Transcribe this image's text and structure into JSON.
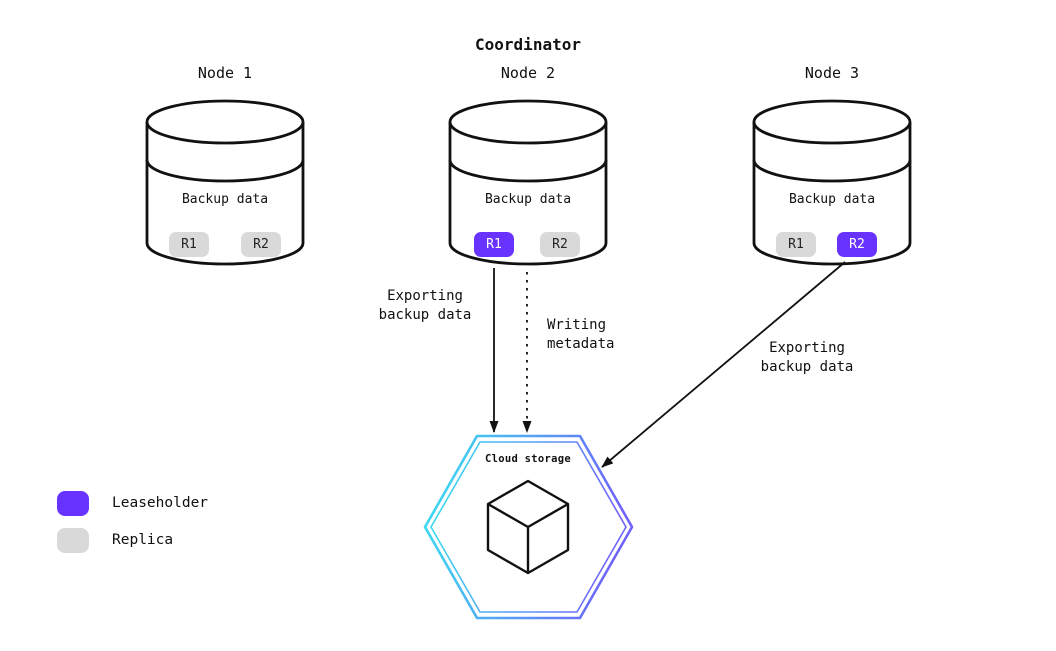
{
  "title": "Coordinator",
  "nodes": [
    {
      "label": "Node 1",
      "body_label": "Backup data",
      "replicas": [
        {
          "label": "R1",
          "role": "replica"
        },
        {
          "label": "R2",
          "role": "replica"
        }
      ]
    },
    {
      "label": "Node 2",
      "body_label": "Backup data",
      "replicas": [
        {
          "label": "R1",
          "role": "leaseholder"
        },
        {
          "label": "R2",
          "role": "replica"
        }
      ]
    },
    {
      "label": "Node 3",
      "body_label": "Backup data",
      "replicas": [
        {
          "label": "R1",
          "role": "replica"
        },
        {
          "label": "R2",
          "role": "leaseholder"
        }
      ]
    }
  ],
  "arrows": [
    {
      "label": "Exporting\nbackup data",
      "style": "solid",
      "from": "Node 2 R1",
      "to": "Cloud storage"
    },
    {
      "label": "Writing\nmetadata",
      "style": "dashed",
      "from": "Node 2",
      "to": "Cloud storage"
    },
    {
      "label": "Exporting\nbackup data",
      "style": "solid",
      "from": "Node 3 R2",
      "to": "Cloud storage"
    }
  ],
  "cloud_storage": {
    "label": "Cloud storage",
    "icon": "cube-icon"
  },
  "legend": [
    {
      "label": "Leaseholder",
      "color": "#6933FF"
    },
    {
      "label": "Replica",
      "color": "#D9D9D9"
    }
  ],
  "colors": {
    "leaseholder": "#6933FF",
    "replica": "#D9D9D9",
    "outline": "#111111",
    "hexagon_gradient_start": "#38E2EF",
    "hexagon_gradient_end": "#6F63FA"
  }
}
